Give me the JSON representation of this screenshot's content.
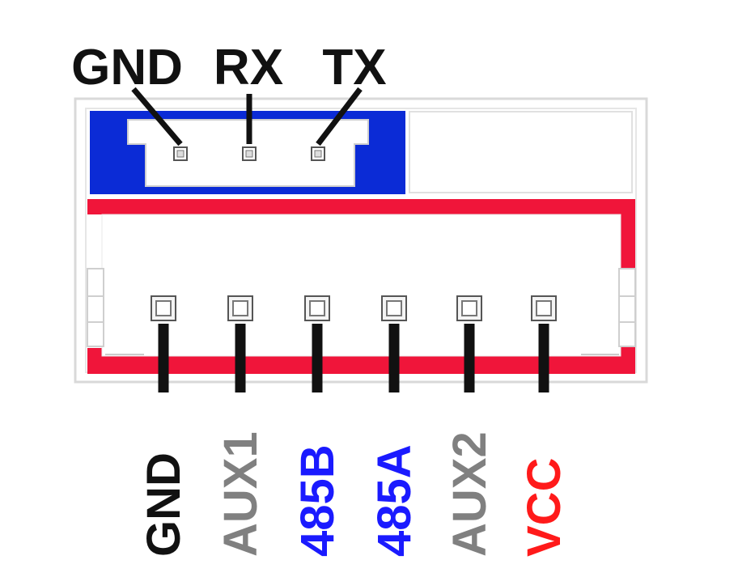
{
  "top_connector": {
    "labels": [
      "GND",
      "RX",
      "TX"
    ],
    "label_color": "#111111"
  },
  "bottom_connector": {
    "labels": [
      "GND",
      "AUX1",
      "485B",
      "485A",
      "AUX2",
      "VCC"
    ],
    "label_colors": [
      "#111111",
      "#808080",
      "#1a1aff",
      "#1a1aff",
      "#808080",
      "#ff1a1a"
    ]
  },
  "colors": {
    "board_outline": "#d9d9d9",
    "top_area": "#0b2bd6",
    "bottom_area": "#f0153a",
    "pin_line": "#111111"
  }
}
